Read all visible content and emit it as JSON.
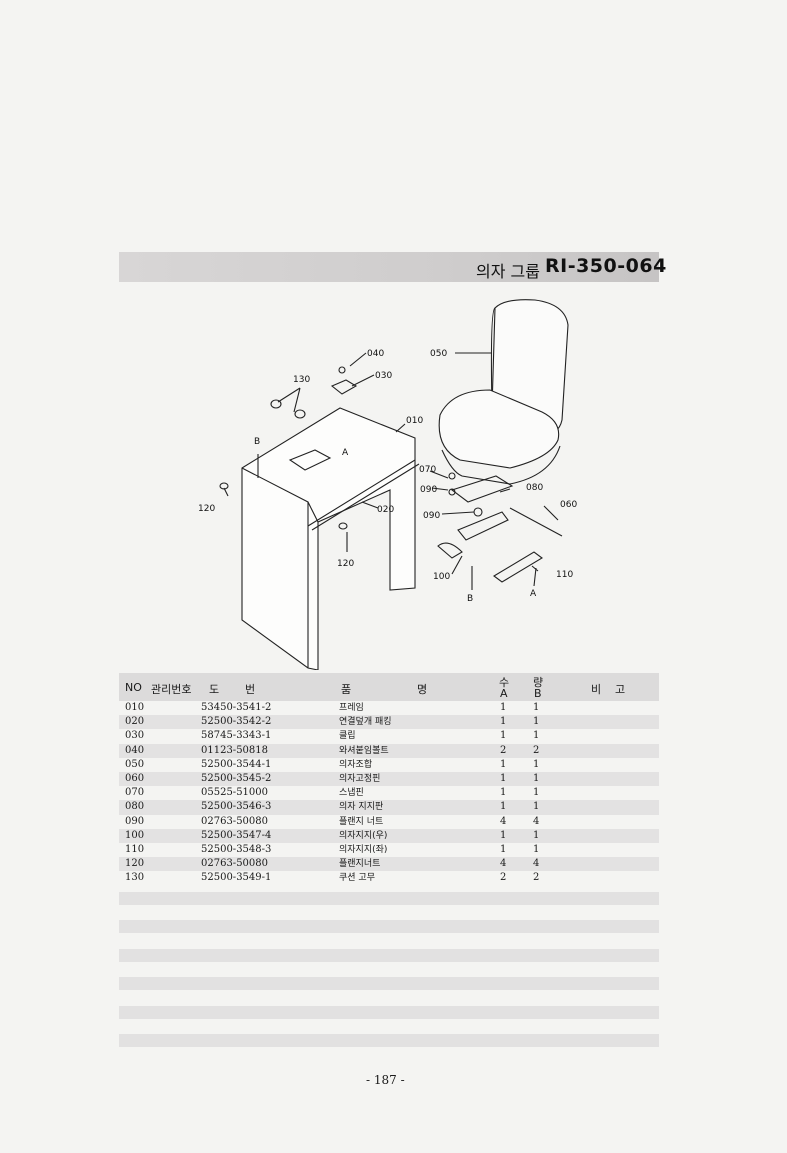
{
  "header": {
    "title_kr": "의자 그룹",
    "title_code": "RI-350-064"
  },
  "diagram": {
    "callouts": [
      "050",
      "040",
      "030",
      "130",
      "010",
      "B",
      "A",
      "120",
      "020",
      "120",
      "070",
      "090",
      "080",
      "060",
      "090",
      "100",
      "110",
      "B",
      "A"
    ]
  },
  "table": {
    "headers": {
      "no": "NO",
      "mgmt": "관리번호",
      "do": "도",
      "beon": "번",
      "pum": "품",
      "myeong": "명",
      "su": "수",
      "ryang": "량",
      "a": "A",
      "b": "B",
      "bi": "비",
      "go": "고"
    },
    "rows": [
      {
        "no": "010",
        "part": "53450-3541-2",
        "name": "프레임",
        "a": "1",
        "b": "1"
      },
      {
        "no": "020",
        "part": "52500-3542-2",
        "name": "연결덮개 패킹",
        "a": "1",
        "b": "1"
      },
      {
        "no": "030",
        "part": "58745-3343-1",
        "name": "클립",
        "a": "1",
        "b": "1"
      },
      {
        "no": "040",
        "part": "01123-50818",
        "name": "와셔붙임볼트",
        "a": "2",
        "b": "2"
      },
      {
        "no": "050",
        "part": "52500-3544-1",
        "name": "의자조합",
        "a": "1",
        "b": "1"
      },
      {
        "no": "060",
        "part": "52500-3545-2",
        "name": "의자고정핀",
        "a": "1",
        "b": "1"
      },
      {
        "no": "070",
        "part": "05525-51000",
        "name": "스냅핀",
        "a": "1",
        "b": "1"
      },
      {
        "no": "080",
        "part": "52500-3546-3",
        "name": "의자 지지판",
        "a": "1",
        "b": "1"
      },
      {
        "no": "090",
        "part": "02763-50080",
        "name": "플랜지 너트",
        "a": "4",
        "b": "4"
      },
      {
        "no": "100",
        "part": "52500-3547-4",
        "name": "의자지지(우)",
        "a": "1",
        "b": "1"
      },
      {
        "no": "110",
        "part": "52500-3548-3",
        "name": "의자지지(좌)",
        "a": "1",
        "b": "1"
      },
      {
        "no": "120",
        "part": "02763-50080",
        "name": "플랜지너트",
        "a": "4",
        "b": "4"
      },
      {
        "no": "130",
        "part": "52500-3549-1",
        "name": "쿠션 고무",
        "a": "2",
        "b": "2"
      }
    ]
  },
  "footer": {
    "page": "- 187 -"
  }
}
